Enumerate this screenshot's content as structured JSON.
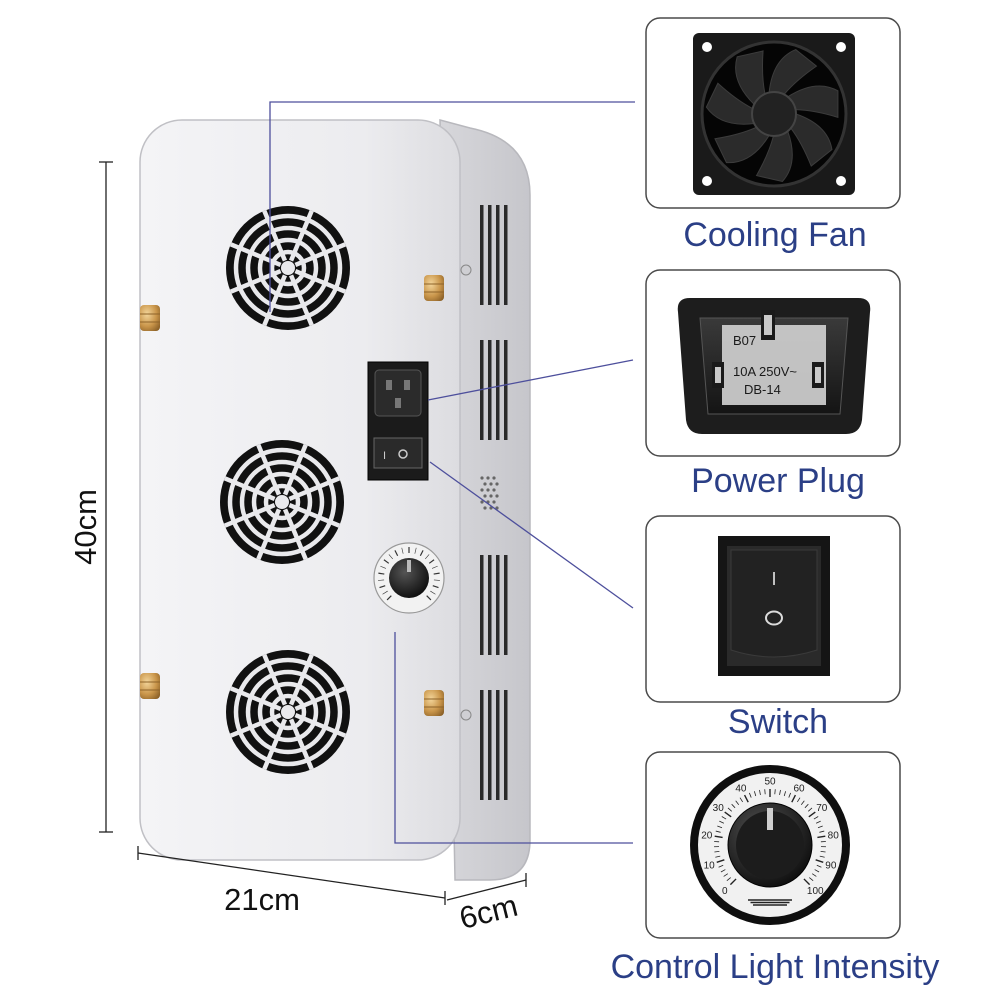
{
  "dimensions": {
    "height": "40cm",
    "width": "21cm",
    "depth": "6cm"
  },
  "callouts": [
    {
      "id": "fan",
      "label": "Cooling Fan",
      "icon": "cooling-fan-icon"
    },
    {
      "id": "plug",
      "label": "Power Plug",
      "icon": "power-socket-icon"
    },
    {
      "id": "switch",
      "label": "Switch",
      "icon": "rocker-switch-icon"
    },
    {
      "id": "dial",
      "label": "Control Light Intensity",
      "icon": "dimmer-knob-icon"
    }
  ],
  "socket_markings": {
    "model": "B07",
    "rating": "10A 250V~",
    "type": "DB-14"
  },
  "switch_marks": {
    "on": "I",
    "off": "O"
  },
  "dial_scale": [
    "0",
    "10",
    "20",
    "30",
    "40",
    "50",
    "60",
    "70",
    "80",
    "90",
    "100"
  ],
  "colors": {
    "label": "#2b3f86",
    "panel_border": "#4a4a4a",
    "housing": "#ececef",
    "leader_line": "#4d4f9c"
  }
}
